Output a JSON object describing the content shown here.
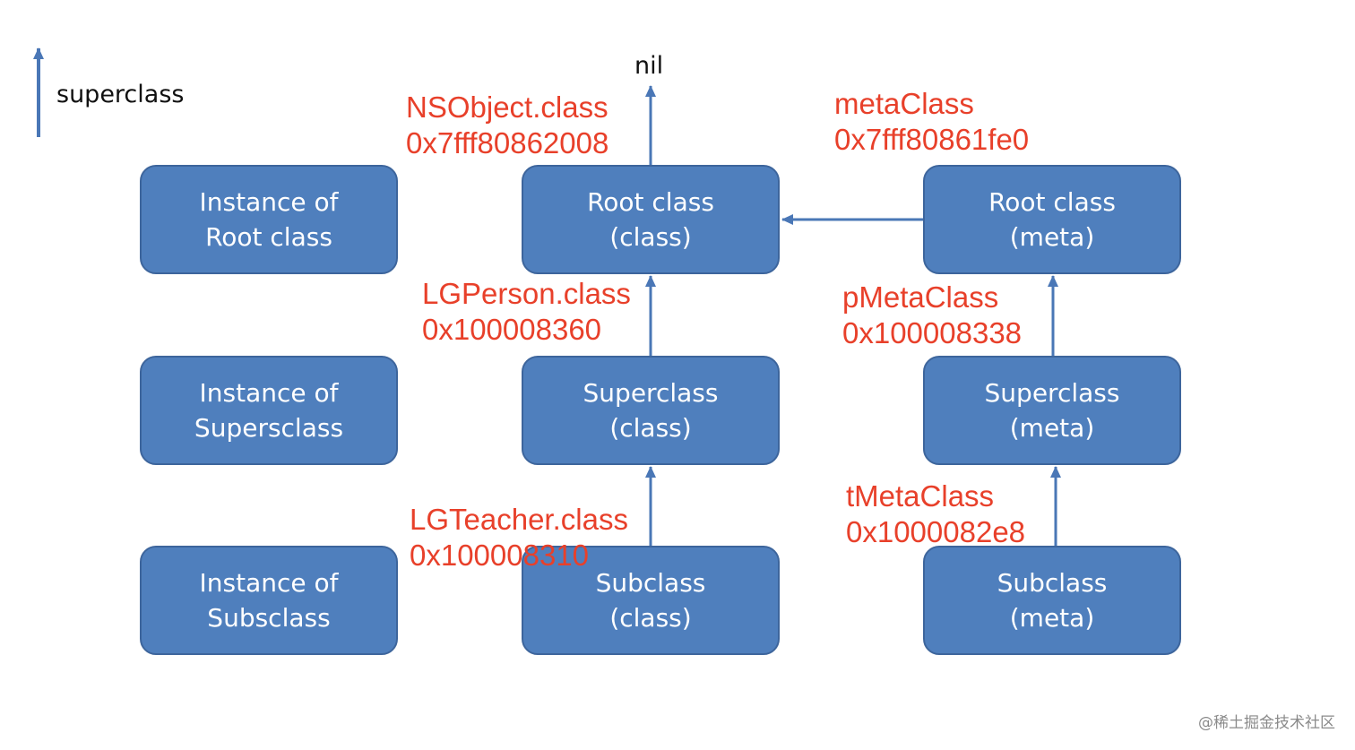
{
  "legend": {
    "label": "superclass",
    "arrow_color": "#4a77b6"
  },
  "top_label": "nil",
  "nodes": {
    "instance_root": {
      "line1": "Instance of",
      "line2": "Root class"
    },
    "instance_super": {
      "line1": "Instance of",
      "line2": "Supersclass"
    },
    "instance_sub": {
      "line1": "Instance of",
      "line2": "Subsclass"
    },
    "root_class": {
      "line1": "Root class",
      "line2": "(class)"
    },
    "super_class": {
      "line1": "Superclass",
      "line2": "(class)"
    },
    "sub_class": {
      "line1": "Subclass",
      "line2": "(class)"
    },
    "root_meta": {
      "line1": "Root class",
      "line2": "(meta)"
    },
    "super_meta": {
      "line1": "Superclass",
      "line2": "(meta)"
    },
    "sub_meta": {
      "line1": "Subclass",
      "line2": "(meta)"
    }
  },
  "annotations": {
    "nsobject": {
      "name": "NSObject.class",
      "address": "0x7fff80862008"
    },
    "metaclass": {
      "name": "metaClass",
      "address": "0x7fff80861fe0"
    },
    "lgperson": {
      "name": "LGPerson.class",
      "address": "0x100008360"
    },
    "pmetaclass": {
      "name": "pMetaClass",
      "address": "0x100008338"
    },
    "lgteacher": {
      "name": "LGTeacher.class",
      "address": "0x100008310"
    },
    "tmetaclass": {
      "name": "tMetaClass",
      "address": "0x1000082e8"
    }
  },
  "watermark": "@稀土掘金技术社区",
  "colors": {
    "node_fill": "#4f7fbd",
    "node_border": "#3d659c",
    "node_text": "#ffffff",
    "arrow": "#4a77b6",
    "annotation": "#e8402a"
  }
}
